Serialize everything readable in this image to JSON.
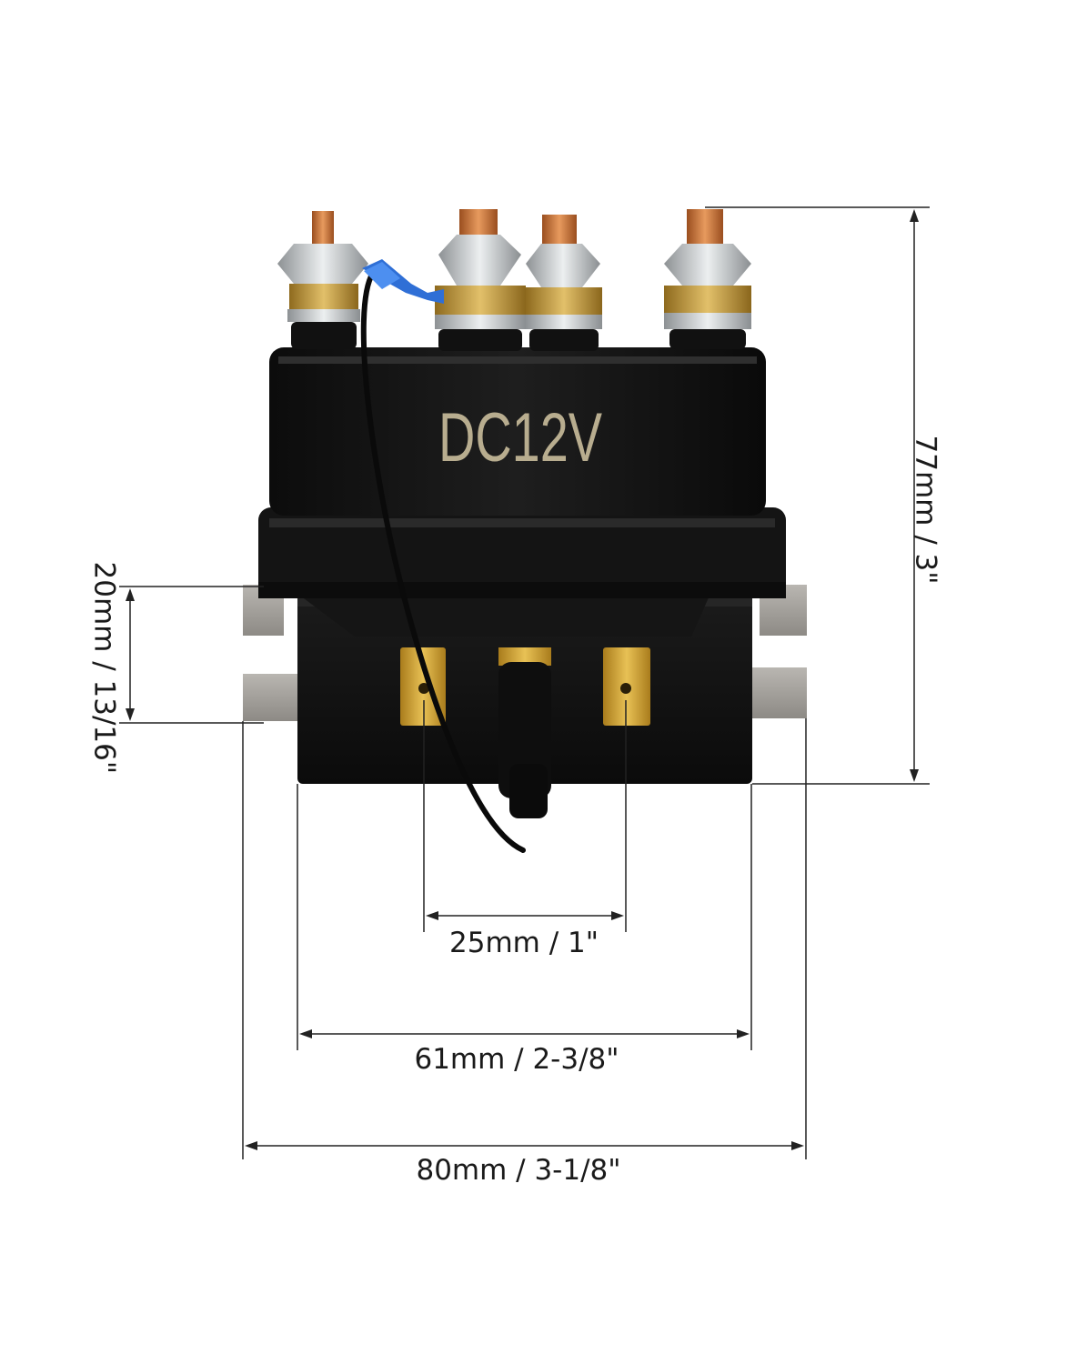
{
  "product": {
    "label": "DC12V",
    "colors": {
      "housing": "#111111",
      "housing_highlight": "#2b2b2b",
      "copper": "#c8743a",
      "brass": "#c9a24a",
      "steel": "#cfd2d4",
      "wire_cap": "#2f6fd6",
      "background": "#ffffff"
    }
  },
  "dimensions": {
    "overall_height": "77mm / 3\"",
    "stud_spacing": "20mm / 13/16\"",
    "terminal_spacing": "25mm / 1\"",
    "body_width": "61mm / 2-3/8\"",
    "overall_width": "80mm / 3-1/8\""
  }
}
